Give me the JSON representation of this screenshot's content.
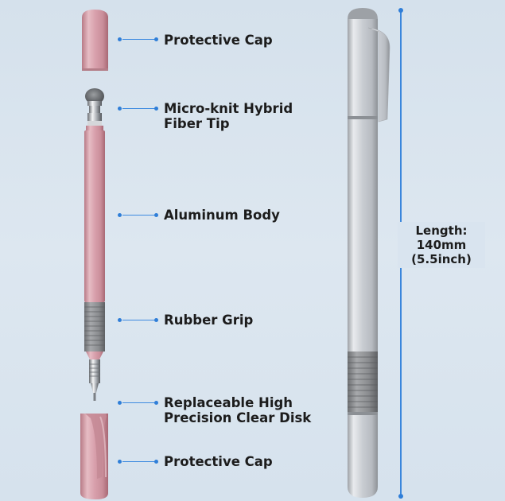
{
  "callouts": [
    {
      "lines": [
        "Protective Cap"
      ]
    },
    {
      "lines": [
        "Micro-knit Hybrid",
        "Fiber Tip"
      ]
    },
    {
      "lines": [
        "Aluminum Body"
      ]
    },
    {
      "lines": [
        "Rubber Grip"
      ]
    },
    {
      "lines": [
        "Replaceable High",
        "Precision Clear Disk"
      ]
    },
    {
      "lines": [
        "Protective Cap"
      ]
    }
  ],
  "length": {
    "lines": [
      "Length:",
      "140mm",
      "(5.5inch)"
    ]
  },
  "colors": {
    "accent": "#2f7ed8",
    "pen_pink": "#d9a3ad",
    "pen_silver": "#cfd2d6",
    "grip_gray": "#8f9193"
  }
}
